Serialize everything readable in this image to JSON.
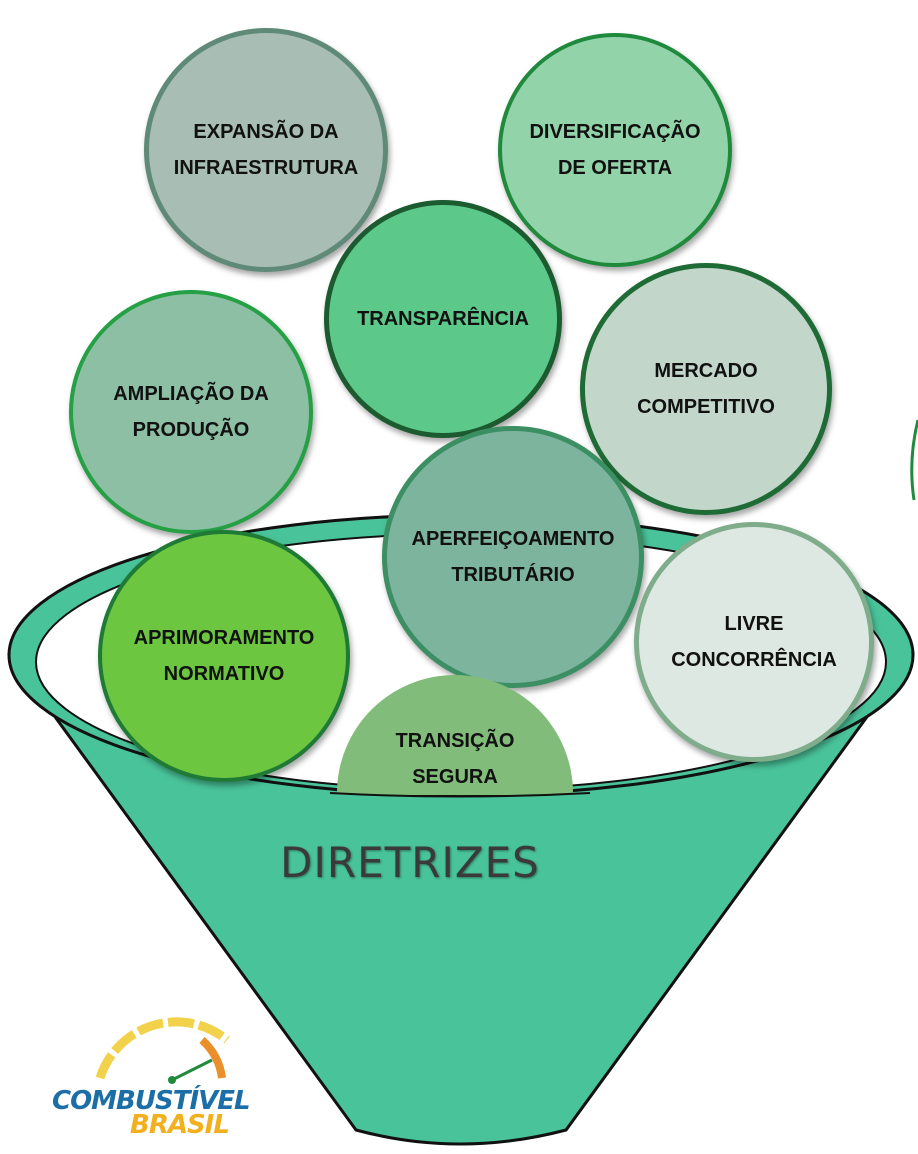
{
  "diagram": {
    "title": "DIRETRIZES",
    "items": [
      {
        "id": "expansao",
        "label": "EXPANSÃO DA\nINFRAESTRUTURA",
        "fill": "#a8bdb3",
        "border": "#5f8a78"
      },
      {
        "id": "diversificacao",
        "label": "DIVERSIFICAÇÃO\nDE OFERTA",
        "fill": "#92d3aa",
        "border": "#1f8a3c"
      },
      {
        "id": "transparencia",
        "label": "TRANSPARÊNCIA",
        "fill": "#5cc98a",
        "border": "#1c5a30"
      },
      {
        "id": "mercado",
        "label": "MERCADO\nCOMPETITIVO",
        "fill": "#c2d6ca",
        "border": "#1e6b35"
      },
      {
        "id": "ampliacao",
        "label": "AMPLIAÇÃO DA\nPRODUÇÃO",
        "fill": "#8cbfa3",
        "border": "#25a045"
      },
      {
        "id": "aperfeicoamento",
        "label": "APERFEIÇOAMENTO\nTRIBUTÁRIO",
        "fill": "#7db49e",
        "border": "#3c8e63"
      },
      {
        "id": "aprimoramento",
        "label": "APRIMORAMENTO\nNORMATIVO",
        "fill": "#6cc640",
        "border": "#1f7a36"
      },
      {
        "id": "livre",
        "label": "LIVRE\nCONCORRÊNCIA",
        "fill": "#dde8e2",
        "border": "#7fad8c"
      },
      {
        "id": "transicao",
        "label": "TRANSIÇÃO\nSEGURA",
        "fill": "#82bc7a",
        "border": "#82bc7a"
      }
    ]
  },
  "logo": {
    "line1": "COMBUSTÍVEL",
    "line2": "BRASIL",
    "color1": "#1b6fa6",
    "color2": "#f2b01e"
  },
  "colors": {
    "funnel": "#49c39a",
    "funnel_outline": "#111111",
    "opening": "#ffffff"
  }
}
